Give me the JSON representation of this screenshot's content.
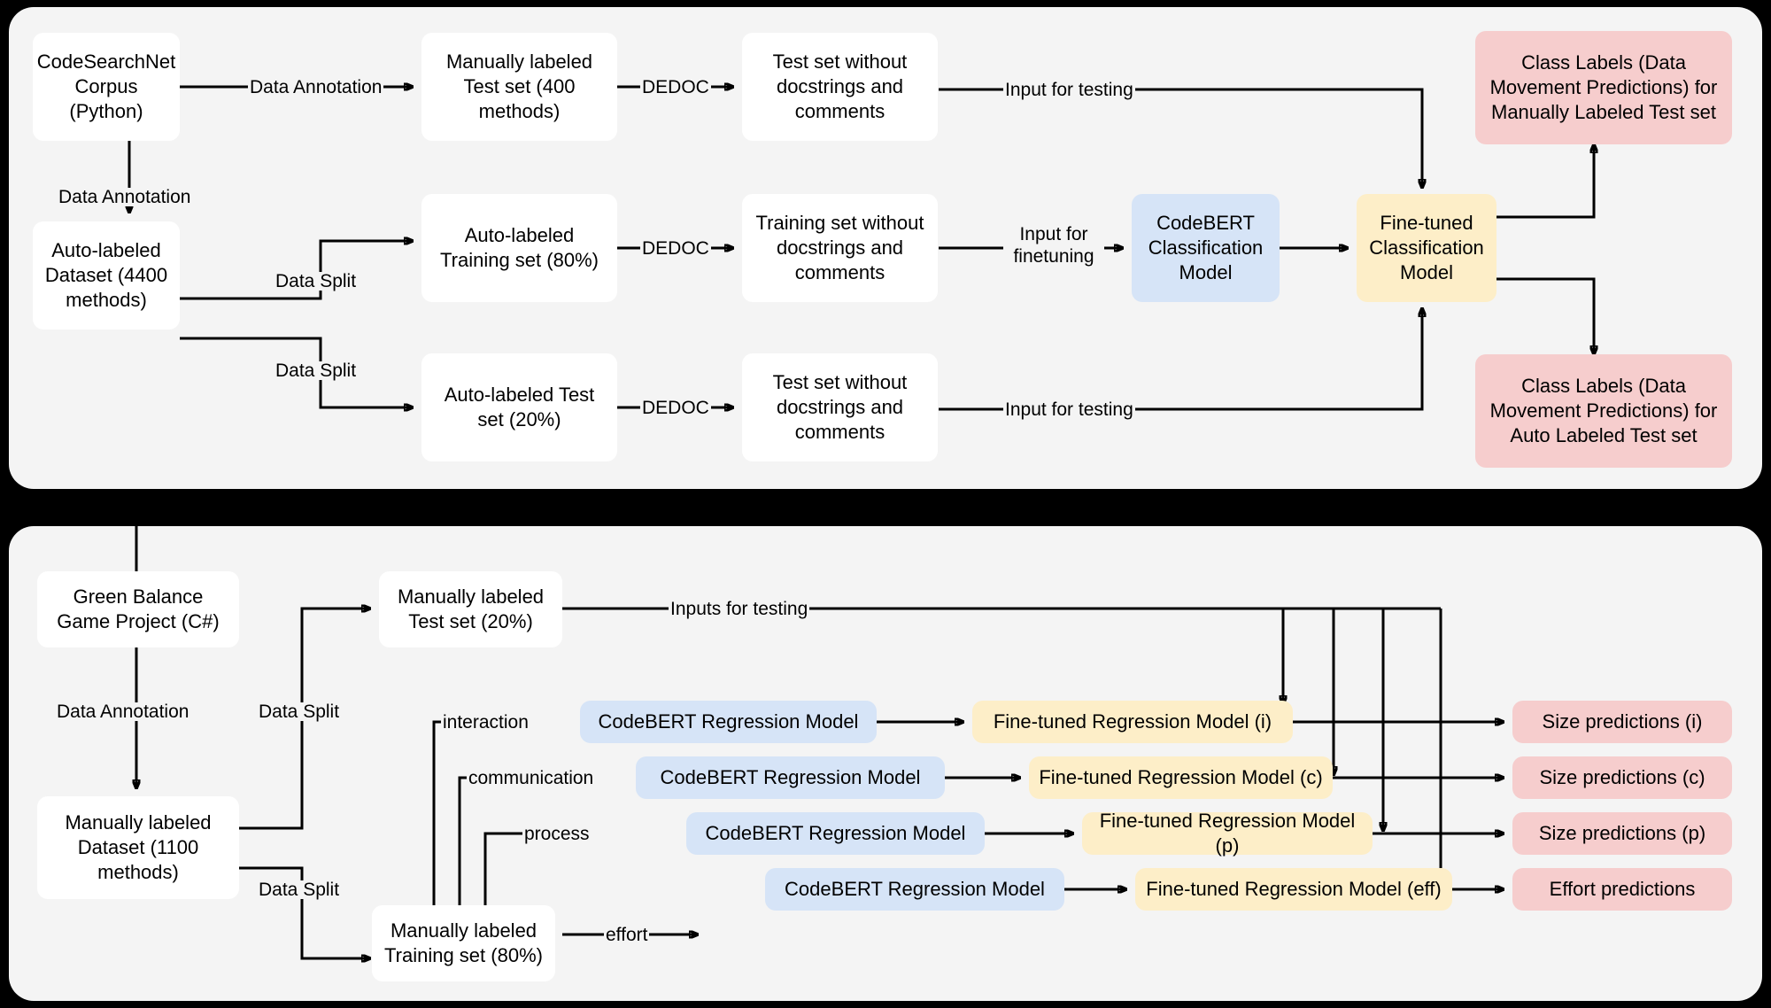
{
  "diagram": {
    "title": "Two-panel experimental pipeline diagram",
    "colors": {
      "background": "#000000",
      "panel": "#f4f4f4",
      "dataset_box": "#ffffff",
      "model_box": "#d6e4f7",
      "finetuned_box": "#fdeec8",
      "output_box": "#f6cdcd",
      "edge": "#000000"
    }
  },
  "panel_top": {
    "nodes": {
      "corpus": "CodeSearchNet Corpus (Python)",
      "manual_test": "Manually labeled Test set (400 methods)",
      "manual_test_dedoc": "Test set without docstrings and comments",
      "auto_dataset": "Auto-labeled Dataset (4400 methods)",
      "auto_train": "Auto-labeled Training set (80%)",
      "auto_train_dedoc": "Training set without docstrings and comments",
      "auto_test": "Auto-labeled Test set (20%)",
      "auto_test_dedoc": "Test set without docstrings and comments",
      "codebert": "CodeBERT Classification Model",
      "finetuned": "Fine-tuned Classification Model",
      "out_manual": "Class Labels (Data Movement Predictions) for Manually Labeled Test set",
      "out_auto": "Class Labels (Data Movement Predictions) for Auto Labeled Test set"
    },
    "edge_labels": {
      "data_annotation_1": "Data Annotation",
      "data_annotation_2": "Data Annotation",
      "dedoc_1": "DEDOC",
      "dedoc_2": "DEDOC",
      "dedoc_3": "DEDOC",
      "data_split_1": "Data Split",
      "data_split_2": "Data Split",
      "input_testing_1": "Input for testing",
      "input_testing_2": "Input for testing",
      "input_finetuning": "Input for finetuning"
    }
  },
  "panel_bottom": {
    "nodes": {
      "project": "Green Balance Game Project (C#)",
      "manual_test": "Manually labeled Test set (20%)",
      "manual_dataset": "Manually labeled Dataset (1100 methods)",
      "manual_train": "Manually labeled Training set (80%)",
      "codebert_i": "CodeBERT Regression Model",
      "codebert_c": "CodeBERT Regression Model",
      "codebert_p": "CodeBERT Regression Model",
      "codebert_eff": "CodeBERT Regression Model",
      "ft_i": "Fine-tuned Regression Model (i)",
      "ft_c": "Fine-tuned Regression Model (c)",
      "ft_p": "Fine-tuned Regression Model (p)",
      "ft_eff": "Fine-tuned Regression Model (eff)",
      "out_i": "Size predictions (i)",
      "out_c": "Size predictions (c)",
      "out_p": "Size predictions (p)",
      "out_eff": "Effort predictions"
    },
    "edge_labels": {
      "data_annotation": "Data Annotation",
      "data_split_1": "Data Split",
      "data_split_2": "Data Split",
      "inputs_for_testing": "Inputs for testing",
      "interaction": "interaction",
      "communication": "communication",
      "process": "process",
      "effort": "effort"
    }
  }
}
